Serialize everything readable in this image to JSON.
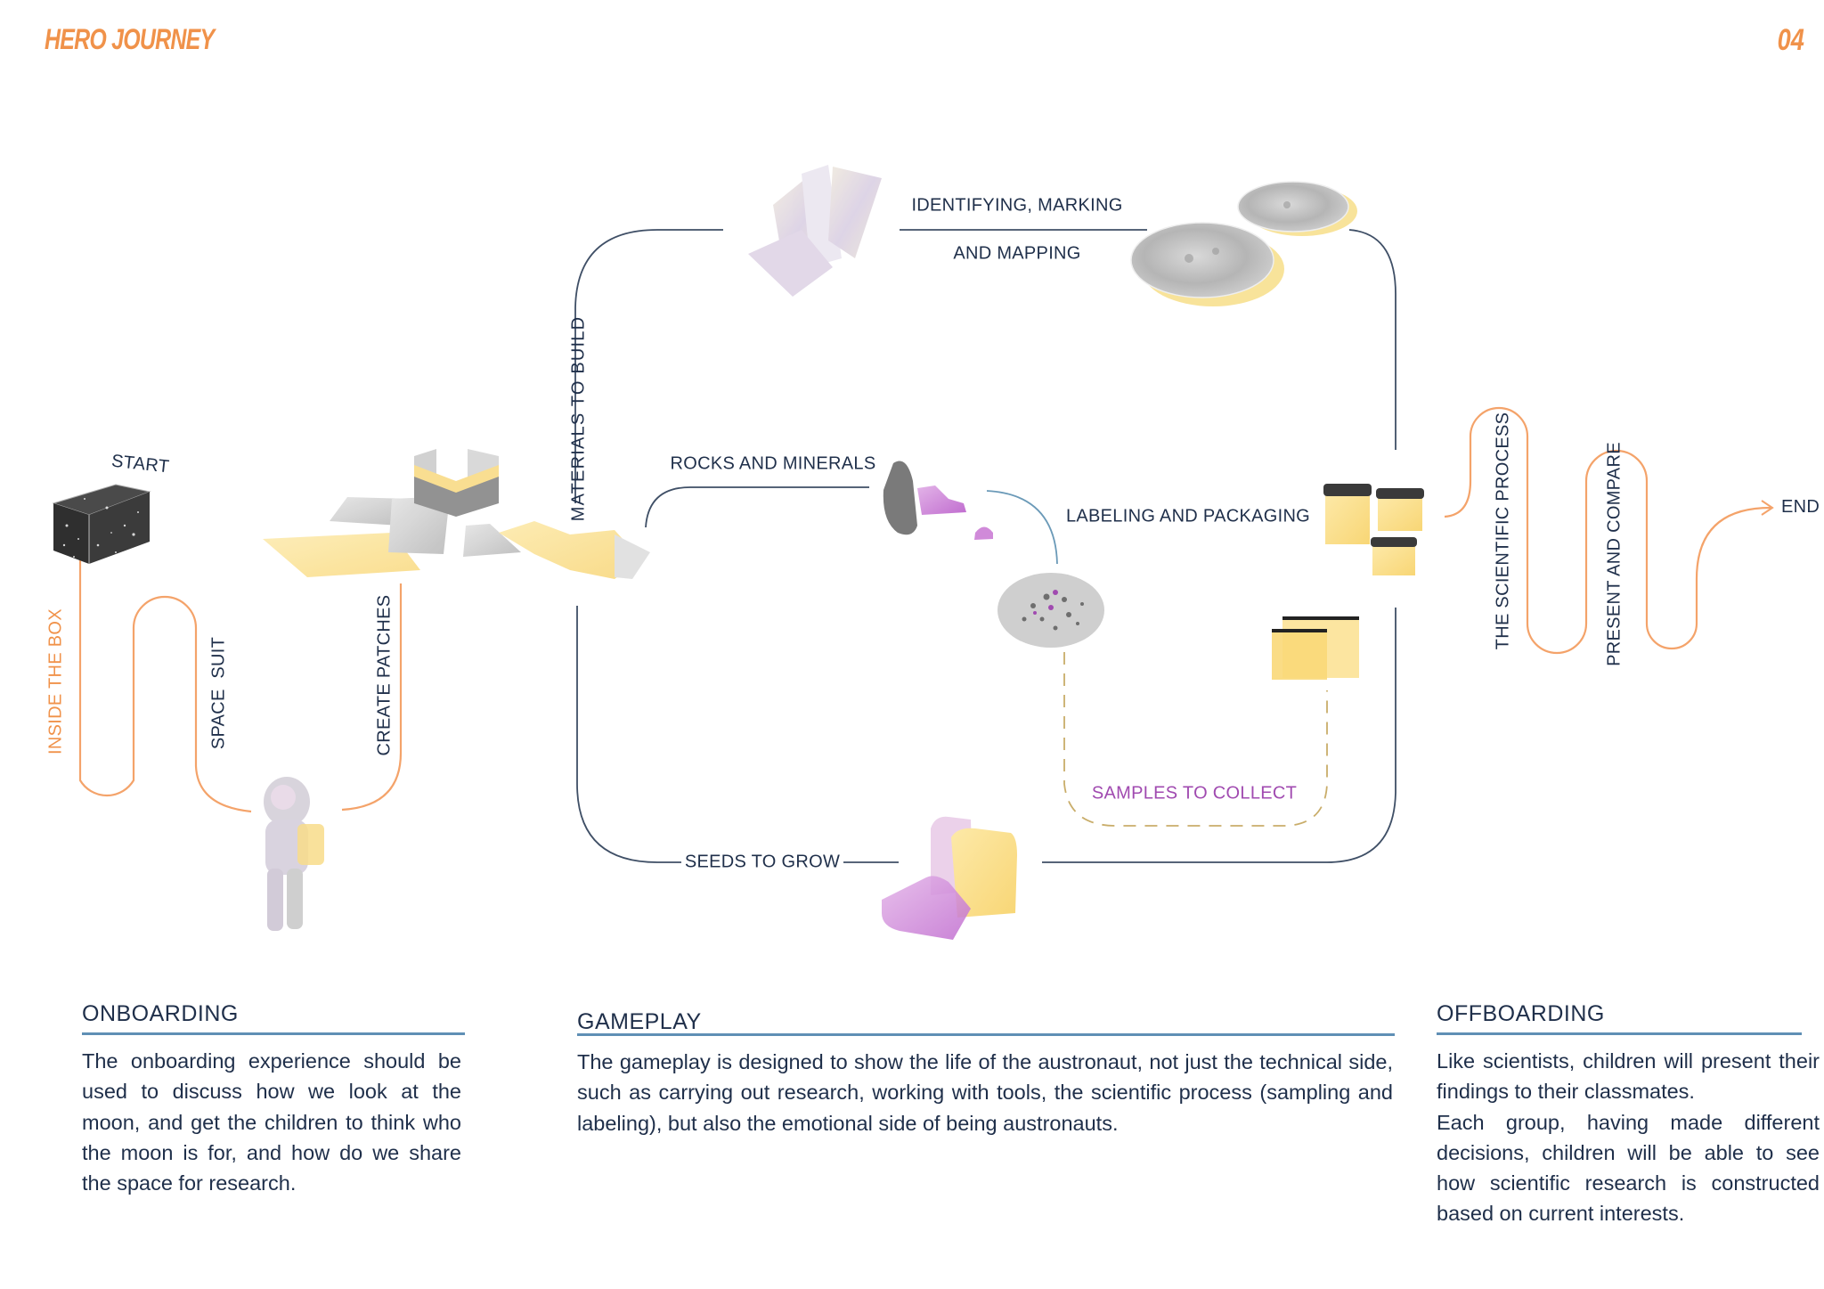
{
  "header": {
    "title": "HERO JOURNEY",
    "page_number": "04"
  },
  "colors": {
    "accent_orange": "#f0924a",
    "navy": "#1f2f4a",
    "purple": "#a04ab0",
    "underline_blue": "#5f8fb5",
    "dashed_gold": "#c9ad6a"
  },
  "journey": {
    "start_label": "START",
    "end_label": "END",
    "onboarding_steps": [
      "INSIDE THE BOX",
      "SPACE  SUIT",
      "CREATE PATCHES"
    ],
    "gameplay_steps": {
      "materials": "MATERIALS TO BUILD",
      "identifying_line1": "IDENTIFYING, MARKING",
      "identifying_line2": "AND MAPPING",
      "rocks": "ROCKS AND MINERALS",
      "labeling": "LABELING AND PACKAGING",
      "samples": "SAMPLES TO COLLECT",
      "seeds": "SEEDS TO GROW"
    },
    "offboarding_steps": [
      "THE SCIENTIFIC PROCESS",
      "PRESENT AND COMPARE"
    ],
    "illustrations": [
      "starry-box",
      "astronaut",
      "patches",
      "map-fragments",
      "moon-discs",
      "rocks-and-minerals",
      "sample-stone",
      "sample-jars",
      "sample-bags",
      "seed-packets"
    ]
  },
  "sections": [
    {
      "heading": "ONBOARDING",
      "body": "The onboarding experience should be used to discuss how we look at the moon, and get the children to think who the moon is for, and how do we share the space for research."
    },
    {
      "heading": "GAMEPLAY",
      "body": "The gameplay is designed to show the life of the austronaut, not just the technical side, such as carrying out research, working with tools, the scientific process (sampling and labeling), but also the emotional side of being austronauts."
    },
    {
      "heading": "OFFBOARDING",
      "body_p1": "Like scientists, children will present their findings to their classmates.",
      "body_p2": "Each group, having made different decisions, children will be able to see how scientific research is constructed based on current interests."
    }
  ]
}
